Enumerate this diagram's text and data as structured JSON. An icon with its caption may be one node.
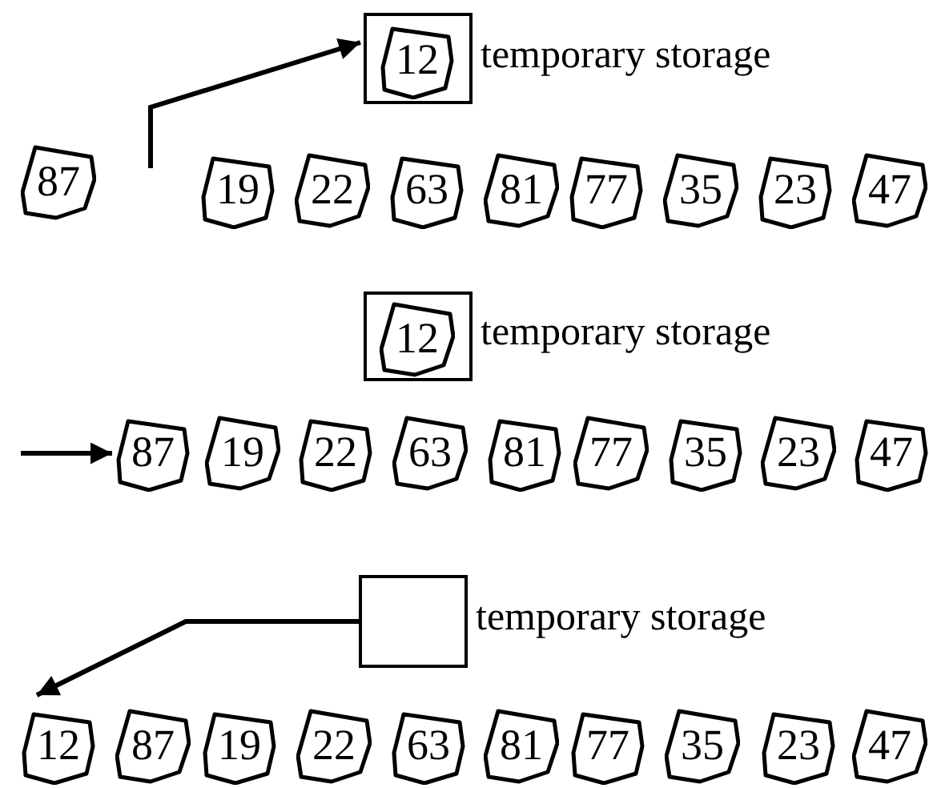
{
  "diagram": {
    "nodes": [
      {
        "text": [],
        "shape": "box",
        "beside": [
          "temporary storage"
        ]
      },
      {
        "text": [
          "12"
        ],
        "in": 0
      },
      {
        "text": [
          "87"
        ]
      },
      {
        "text": [
          "19"
        ]
      },
      {
        "text": [
          "22"
        ]
      },
      {
        "text": [
          "63"
        ]
      },
      {
        "text": [
          "81"
        ]
      },
      {
        "text": [
          "77"
        ]
      },
      {
        "text": [
          "35"
        ]
      },
      {
        "text": [
          "23"
        ]
      },
      {
        "text": [
          "47"
        ]
      },
      {
        "text": [],
        "shape": "box",
        "beside": [
          "temporary storage"
        ]
      },
      {
        "text": [
          "12"
        ],
        "in": 11
      },
      {
        "text": [
          "87"
        ]
      },
      {
        "text": [
          "19"
        ]
      },
      {
        "text": [
          "22"
        ]
      },
      {
        "text": [
          "63"
        ]
      },
      {
        "text": [
          "81"
        ]
      },
      {
        "text": [
          "77"
        ]
      },
      {
        "text": [
          "35"
        ]
      },
      {
        "text": [
          "23"
        ]
      },
      {
        "text": [
          "47"
        ]
      },
      {
        "text": [],
        "shape": "box",
        "beside": [
          "temporary storage"
        ]
      },
      {
        "text": [
          "12"
        ]
      },
      {
        "text": [
          "87"
        ]
      },
      {
        "text": [
          "19"
        ]
      },
      {
        "text": [
          "22"
        ]
      },
      {
        "text": [
          "63"
        ]
      },
      {
        "text": [
          "81"
        ]
      },
      {
        "text": [
          "77"
        ]
      },
      {
        "text": [
          "35"
        ]
      },
      {
        "text": [
          "23"
        ]
      },
      {
        "text": [
          "47"
        ]
      }
    ],
    "edges": [
      {
        "from": null,
        "to": 0,
        "arrow": "to"
      },
      {
        "from": null,
        "to": 13,
        "arrow": "to"
      },
      {
        "from": 22,
        "to": 23,
        "arrow": "to"
      }
    ]
  }
}
